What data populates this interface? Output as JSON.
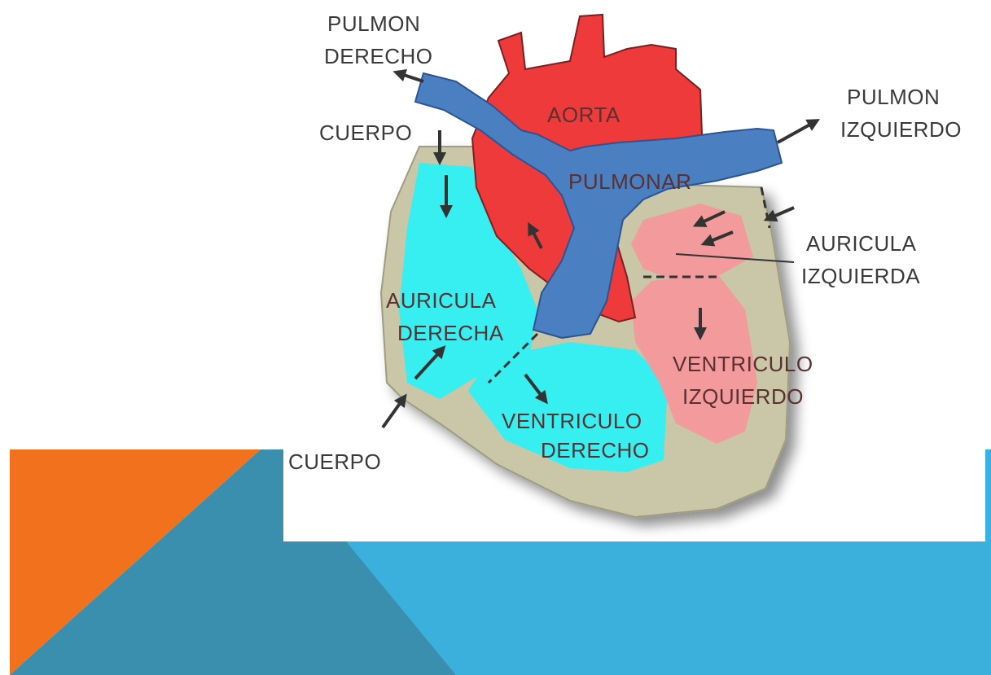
{
  "labels": {
    "pulmon_derecho": [
      "PULMON",
      "DERECHO"
    ],
    "pulmon_izquierdo": [
      "PULMON",
      "IZQUIERDO"
    ],
    "cuerpo_top": "CUERPO",
    "cuerpo_bottom": "CUERPO",
    "aorta": "AORTA",
    "pulmonar": "PULMONAR",
    "auricula_izquierda": [
      "AURICULA",
      "IZQUIERDA"
    ],
    "auricula_derecha": [
      "AURICULA",
      "DERECHA"
    ],
    "ventriculo_izquierdo": [
      "VENTRICULO",
      "IZQUIERDO"
    ],
    "ventriculo_derecho": [
      "VENTRICULO",
      "DERECHO"
    ]
  },
  "colors": {
    "orange": "#f2711c",
    "teal_dark": "#3b8fae",
    "teal_light": "#3bb0dc",
    "aorta_red": "#ee3a3a",
    "pulmonary_blue": "#4a7fc1",
    "right_chambers": "#37eef0",
    "left_chambers": "#f29a9c",
    "muscle": "#c9c7a8"
  }
}
